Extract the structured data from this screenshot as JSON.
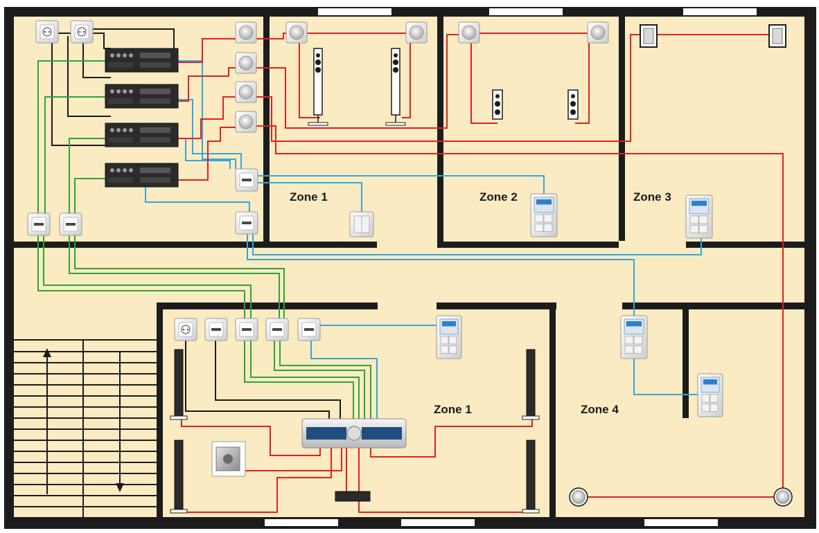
{
  "diagram": {
    "zones": [
      {
        "id": "upstairs-zone-1",
        "label": "Zone 1"
      },
      {
        "id": "upstairs-zone-2",
        "label": "Zone 2"
      },
      {
        "id": "upstairs-zone-3",
        "label": "Zone 3"
      },
      {
        "id": "downstairs-zone-1",
        "label": "Zone 1"
      },
      {
        "id": "downstairs-zone-4",
        "label": "Zone 4"
      }
    ],
    "colors": {
      "floor": "#fbebc2",
      "wall": "#1c1c1c",
      "speaker_wire": "#e2201f",
      "control_bus": "#31a8dd",
      "audio_link": "#2ea33e",
      "signal_cable": "#1a1a1a",
      "window": "#ffffff"
    },
    "icons": {
      "socket": "wall-socket-icon",
      "amplifier": "multiroom-amplifier-icon",
      "speaker_outlet": "speaker-outlet-icon",
      "control_panel": "control-panel-icon",
      "floor_speaker": "floor-speaker-icon",
      "subwoofer": "subwoofer-icon",
      "receiver": "av-receiver-icon",
      "ceiling_speaker": "ceiling-speaker-icon"
    }
  }
}
